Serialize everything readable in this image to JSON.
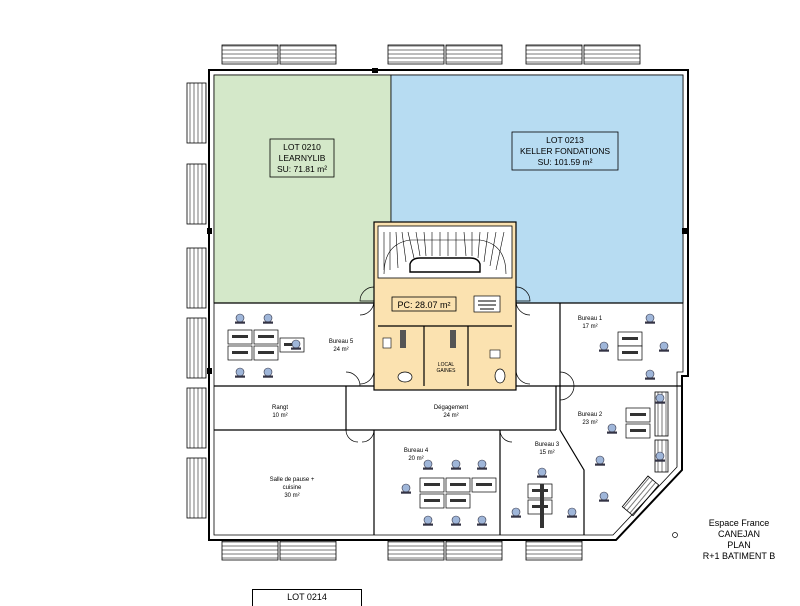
{
  "rooms": {
    "lot0210": {
      "line1": "LOT 0210",
      "line2": "LEARNYLIB",
      "line3": "SU: 71.81 m²",
      "color": "#d4e8c9"
    },
    "lot0213": {
      "line1": "LOT 0213",
      "line2": "KELLER FONDATIONS",
      "line3": "SU: 101.59 m²",
      "color": "#b7dcf2"
    },
    "common": {
      "label": "PC: 28.07 m²",
      "color": "#fbe2b0"
    },
    "local_gaines": {
      "line1": "LOCAL",
      "line2": "GAINES"
    },
    "bureau1": {
      "name": "Bureau 1",
      "area": "17 m²"
    },
    "bureau2": {
      "name": "Bureau 2",
      "area": "23 m²"
    },
    "bureau3": {
      "name": "Bureau 3",
      "area": "15 m²"
    },
    "bureau4": {
      "name": "Bureau 4",
      "area": "20 m²"
    },
    "bureau5": {
      "name": "Bureau 5",
      "area": "24 m²"
    },
    "rangt": {
      "name": "Rangt",
      "area": "10 m²"
    },
    "degagement": {
      "name": "Dégagement",
      "area": "24 m²"
    },
    "salle_pause": {
      "line1": "Salle de pause +",
      "line2": "cuisine",
      "area": "30 m²"
    }
  },
  "caption": {
    "line1": "Espace France",
    "line2": "CANEJAN",
    "line3": "PLAN",
    "line4": "R+1 BATIMENT B"
  },
  "lot_below": "LOT 0214"
}
